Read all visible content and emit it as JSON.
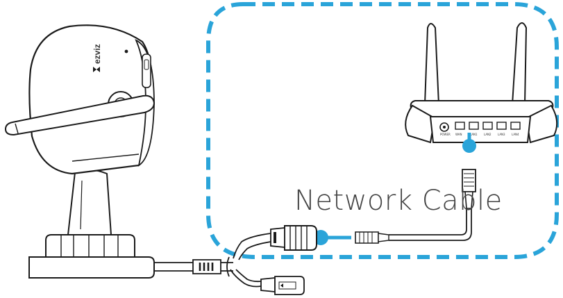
{
  "diagram": {
    "cable_label": "Network Cable",
    "camera_brand": "ezviz",
    "router_ports": [
      "POWER",
      "WAN",
      "LAN1",
      "LAN2",
      "LAN3",
      "LAN4"
    ],
    "colors": {
      "accent": "#2aa4d9",
      "line": "#1a1a1a",
      "body": "#ffffff"
    },
    "icons": [
      "camera",
      "router",
      "network-cable",
      "power-adapter"
    ]
  }
}
